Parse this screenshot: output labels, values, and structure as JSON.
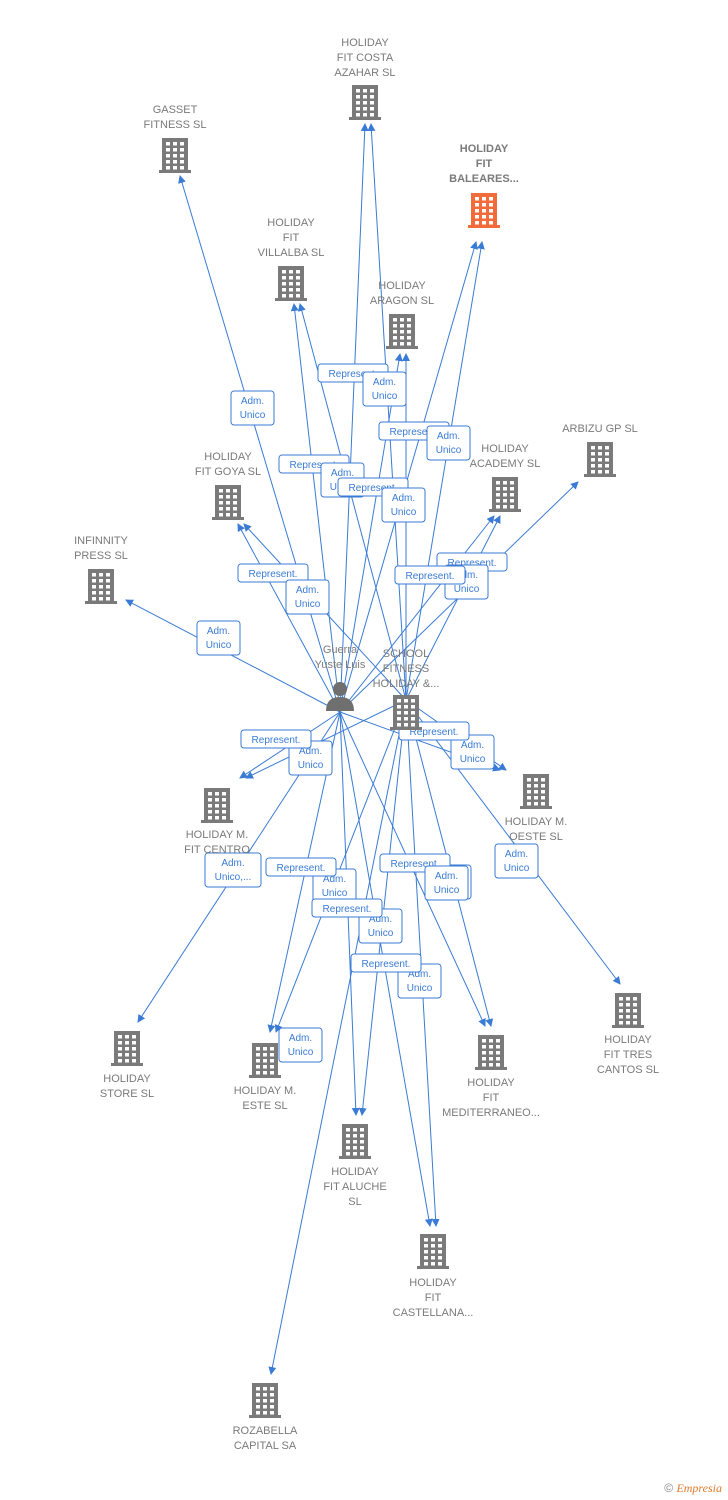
{
  "colors": {
    "edge": "#3a7bd5",
    "company": "#7a7a7a",
    "focus": "#f26b3a",
    "person": "#6f6f6f"
  },
  "footer": {
    "copyright": "©",
    "brand": "Empresia"
  },
  "nodes": [
    {
      "id": "person",
      "type": "person",
      "lines": [
        "Guerra",
        "Yuste Luis"
      ]
    },
    {
      "id": "school",
      "type": "company",
      "lines": [
        "SCHOOL",
        "FITNESS",
        "HOLIDAY &..."
      ]
    },
    {
      "id": "costa",
      "type": "company",
      "lines": [
        "HOLIDAY",
        "FIT COSTA",
        "AZAHAR  SL"
      ]
    },
    {
      "id": "gasset",
      "type": "company",
      "lines": [
        "GASSET",
        "FITNESS SL"
      ]
    },
    {
      "id": "baleares",
      "type": "focus",
      "lines": [
        "HOLIDAY",
        "FIT",
        "BALEARES..."
      ]
    },
    {
      "id": "villalba",
      "type": "company",
      "lines": [
        "HOLIDAY",
        "FIT",
        "VILLALBA  SL"
      ]
    },
    {
      "id": "aragon",
      "type": "company",
      "lines": [
        "HOLIDAY",
        "ARAGON  SL"
      ]
    },
    {
      "id": "arbizu",
      "type": "company",
      "lines": [
        "ARBIZU GP SL"
      ]
    },
    {
      "id": "academy",
      "type": "company",
      "lines": [
        "HOLIDAY",
        "ACADEMY  SL"
      ]
    },
    {
      "id": "goya",
      "type": "company",
      "lines": [
        "HOLIDAY",
        "FIT GOYA  SL"
      ]
    },
    {
      "id": "infinnity",
      "type": "company",
      "lines": [
        "INFINNITY",
        "PRESS SL"
      ]
    },
    {
      "id": "centro",
      "type": "company",
      "lines": [
        "HOLIDAY M.",
        "FIT CENTRO"
      ]
    },
    {
      "id": "oeste",
      "type": "company",
      "lines": [
        "HOLIDAY M.",
        "OESTE  SL"
      ]
    },
    {
      "id": "tres",
      "type": "company",
      "lines": [
        "HOLIDAY",
        "FIT TRES",
        "CANTOS  SL"
      ]
    },
    {
      "id": "store",
      "type": "company",
      "lines": [
        "HOLIDAY",
        "STORE  SL"
      ]
    },
    {
      "id": "este",
      "type": "company",
      "lines": [
        "HOLIDAY M.",
        "ESTE  SL"
      ]
    },
    {
      "id": "mediterraneo",
      "type": "company",
      "lines": [
        "HOLIDAY",
        "FIT",
        "MEDITERRANEO..."
      ]
    },
    {
      "id": "aluche",
      "type": "company",
      "lines": [
        "HOLIDAY",
        "FIT ALUCHE",
        "SL"
      ]
    },
    {
      "id": "castellana",
      "type": "company",
      "lines": [
        "HOLIDAY",
        "FIT",
        "CASTELLANA..."
      ]
    },
    {
      "id": "rozabella",
      "type": "company",
      "lines": [
        "ROZABELLA",
        "CAPITAL SA"
      ]
    }
  ],
  "edges": [
    {
      "from": "person",
      "to": "gasset"
    },
    {
      "from": "person",
      "to": "costa"
    },
    {
      "from": "school",
      "to": "costa"
    },
    {
      "from": "person",
      "to": "villalba"
    },
    {
      "from": "school",
      "to": "villalba"
    },
    {
      "from": "person",
      "to": "aragon"
    },
    {
      "from": "school",
      "to": "aragon"
    },
    {
      "from": "person",
      "to": "baleares"
    },
    {
      "from": "school",
      "to": "baleares"
    },
    {
      "from": "person",
      "to": "goya"
    },
    {
      "from": "school",
      "to": "goya"
    },
    {
      "from": "person",
      "to": "infinnity"
    },
    {
      "from": "person",
      "to": "academy"
    },
    {
      "from": "school",
      "to": "academy"
    },
    {
      "from": "person",
      "to": "arbizu"
    },
    {
      "from": "person",
      "to": "centro"
    },
    {
      "from": "school",
      "to": "centro"
    },
    {
      "from": "person",
      "to": "oeste"
    },
    {
      "from": "school",
      "to": "oeste"
    },
    {
      "from": "school",
      "to": "tres"
    },
    {
      "from": "person",
      "to": "store"
    },
    {
      "from": "person",
      "to": "este"
    },
    {
      "from": "school",
      "to": "este"
    },
    {
      "from": "person",
      "to": "mediterraneo"
    },
    {
      "from": "school",
      "to": "mediterraneo"
    },
    {
      "from": "person",
      "to": "aluche"
    },
    {
      "from": "school",
      "to": "aluche"
    },
    {
      "from": "person",
      "to": "castellana"
    },
    {
      "from": "school",
      "to": "castellana"
    },
    {
      "from": "school",
      "to": "rozabella"
    }
  ],
  "edge_labels": [
    {
      "lines": [
        "Adm.",
        "Unico"
      ]
    },
    {
      "lines": [
        "Represent."
      ]
    },
    {
      "lines": [
        "Adm.",
        "Unico"
      ]
    },
    {
      "lines": [
        "Represent."
      ]
    },
    {
      "lines": [
        "Adm.",
        "Unico"
      ]
    },
    {
      "lines": [
        "Represent."
      ]
    },
    {
      "lines": [
        "Adm.",
        "Unico"
      ]
    },
    {
      "lines": [
        "Represent."
      ]
    },
    {
      "lines": [
        "Adm.",
        "Unico"
      ]
    },
    {
      "lines": [
        "Represent."
      ]
    },
    {
      "lines": [
        "Adm.",
        "Unico"
      ]
    },
    {
      "lines": [
        "Adm.",
        "Unico"
      ]
    },
    {
      "lines": [
        "Represent."
      ]
    },
    {
      "lines": [
        "Adm.",
        "Unico"
      ]
    },
    {
      "lines": [
        "Represent."
      ]
    },
    {
      "lines": [
        "Adm.",
        "Unico"
      ]
    },
    {
      "lines": [
        "Represent."
      ]
    },
    {
      "lines": [
        "Adm.",
        "Unico"
      ]
    },
    {
      "lines": [
        "Represent."
      ]
    },
    {
      "lines": [
        "Adm.",
        "Unico"
      ]
    },
    {
      "lines": [
        "Adm.",
        "Unico"
      ]
    },
    {
      "lines": [
        "Adm.",
        "Unico,..."
      ]
    },
    {
      "lines": [
        "Represent."
      ]
    },
    {
      "lines": [
        "Adm.",
        "Unico"
      ]
    },
    {
      "lines": [
        "Represent."
      ]
    },
    {
      "lines": [
        "Adm.",
        "Unico"
      ]
    },
    {
      "lines": [
        "Represent."
      ]
    },
    {
      "lines": [
        "Adm.",
        "Unico"
      ]
    },
    {
      "lines": [
        "Represent."
      ]
    },
    {
      "lines": [
        "Adm.",
        "Unico"
      ]
    },
    {
      "lines": [
        "Adm.",
        "Unico"
      ]
    }
  ]
}
